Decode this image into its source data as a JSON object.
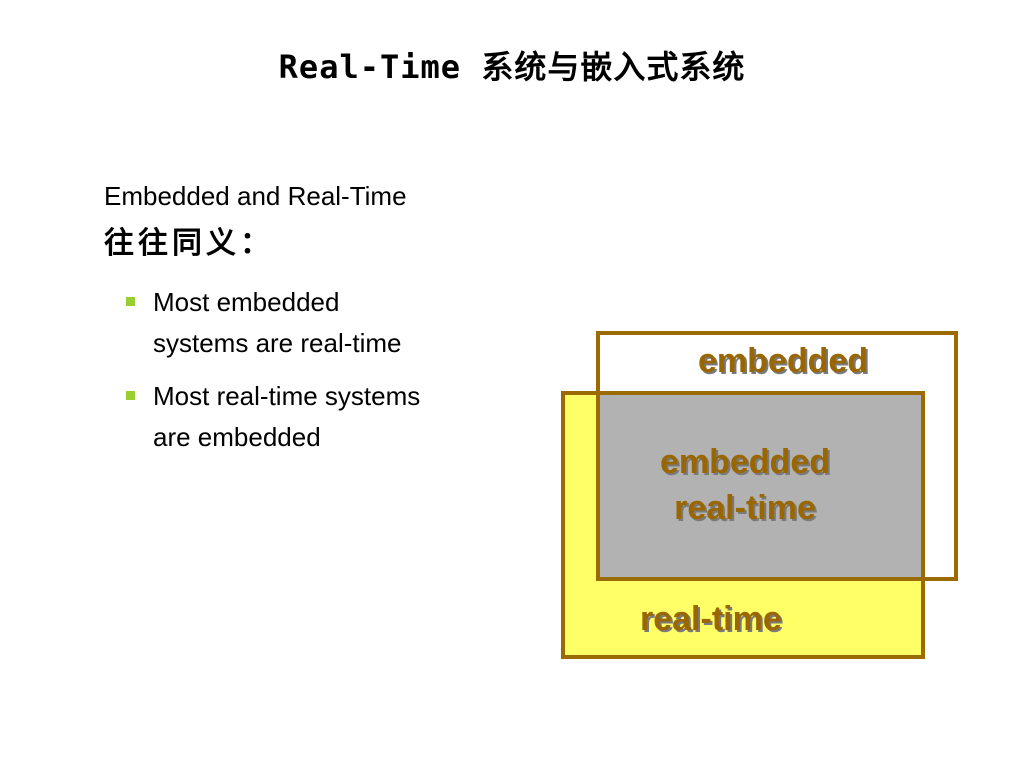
{
  "title": "Real-Time 系统与嵌入式系统",
  "lead": {
    "text": "Embedded and Real-Time",
    "zh": "往往同义："
  },
  "bullets": [
    "Most embedded systems are real-time",
    "Most real-time systems are embedded"
  ],
  "diagram": {
    "embedded_label": "embedded",
    "overlap_line1": "embedded",
    "overlap_line2": "real-time",
    "realtime_label": "real-time",
    "colors": {
      "border": "#9a6b00",
      "label": "#996600",
      "realtime_fill": "#ffff66",
      "overlap_fill": "#b2b2b2",
      "bullet": "#9acd32"
    }
  }
}
